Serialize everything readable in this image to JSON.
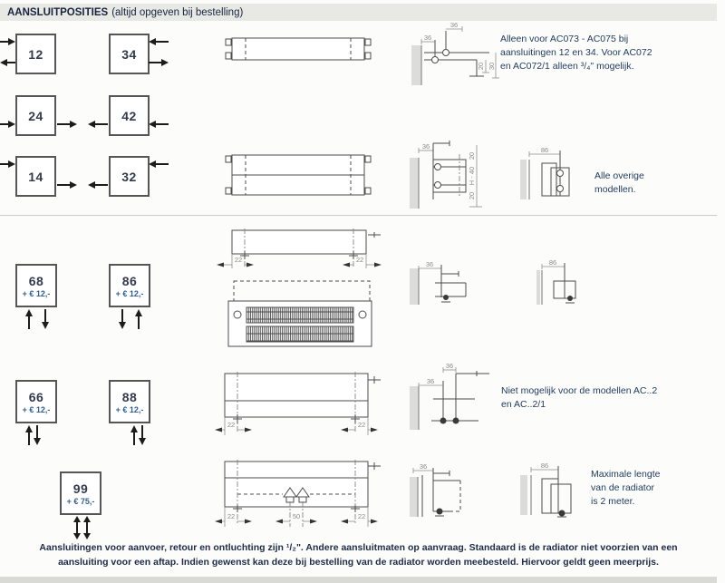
{
  "page": {
    "header_title": "AANSLUITPOSITIES",
    "header_subtitle": "(altijd opgeven bij bestelling)"
  },
  "boxes": {
    "b12": {
      "code": "12"
    },
    "b34": {
      "code": "34"
    },
    "b24": {
      "code": "24"
    },
    "b42": {
      "code": "42"
    },
    "b14": {
      "code": "14"
    },
    "b32": {
      "code": "32"
    },
    "b68": {
      "code": "68",
      "price": "+ € 12,-"
    },
    "b86": {
      "code": "86",
      "price": "+ € 12,-"
    },
    "b66": {
      "code": "66",
      "price": "+ € 12,-"
    },
    "b88": {
      "code": "88",
      "price": "+ € 12,-"
    },
    "b99": {
      "code": "99",
      "price": "+ € 75,-"
    }
  },
  "notes": {
    "row1": "Alleen voor AC073 - AC075 bij\naansluitingen 12 en 34. Voor AC072\nen AC072/1 alleen ³/₄\" mogelijk.",
    "row2": "Alle overige\nmodellen.",
    "row4": "Niet mogelijk voor de modellen AC..2\nen AC..2/1",
    "row5": "Maximale lengte\nvan de radiator\nis 2 meter."
  },
  "dims": {
    "d36": "36",
    "d86": "86",
    "d20": "20",
    "d30": "30",
    "d22": "22",
    "d50": "50",
    "dh40": "H - 40"
  },
  "footer": {
    "text": "Aansluitingen voor aanvoer, retour en ontluchting zijn ¹/₂\". Andere aansluitmaten op aanvraag. Standaard is de radiator niet voorzien van een\naansluiting voor een aftap. Indien gewenst kan deze bij bestelling van de radiator worden meebesteld. Hiervoor geldt geen meerprijs."
  },
  "icons": {
    "flow_arrow_right": "→",
    "flow_arrow_left": "←",
    "flow_arrow_up": "↑",
    "flow_arrow_down": "↓",
    "flow_arrow_updown": "↕"
  },
  "colors": {
    "header_bg": "#e8e8e5",
    "text_navy": "#1e3a5f",
    "price_blue": "#2f5f96",
    "line_gray": "#4d4d4d",
    "dim_gray": "#8a8a8a",
    "wall_gray": "#dcdcda"
  }
}
